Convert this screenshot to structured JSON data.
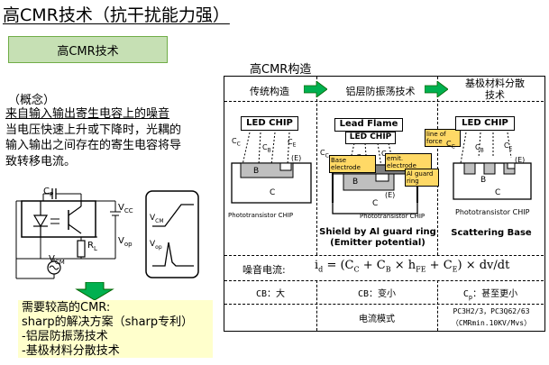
{
  "title": "高CMR技术（抗干扰能力强）",
  "tech_label": "高CMR技术",
  "concept": {
    "heading": "（概念）",
    "line1": "来自输入输出寄生电容上的噪音",
    "line2": "当电压快速上升或下降时，光耦的",
    "line3": "输入输出之间存在的寄生电容将导",
    "line4": "致转移电流。"
  },
  "circuit": {
    "cp": "C",
    "cp_sub": "P",
    "vcc": "V",
    "vcc_sub": "CC",
    "rl": "R",
    "rl_sub": "L",
    "vo": "V",
    "vo_sub": "op",
    "vcm": "V",
    "vcm_sub": "CM"
  },
  "waveform": {
    "vcm": "V",
    "vcm_sub": "CM",
    "vop": "V",
    "vop_sub": "op"
  },
  "sharp": {
    "line1": "需要较高的CMR:",
    "line2": "sharp的解决方案（sharp专利）",
    "line3": "-铝层防振荡技术",
    "line4": "-基极材料分散技术"
  },
  "structure": {
    "heading": "高CMR构造",
    "col1_header": "传统构造",
    "col2_header": "铝层防振荡技术",
    "col3_header_line1": "基极材料分散",
    "col3_header_line2": "技术",
    "chip_label": "LED CHIP",
    "lead_flame": "Lead Flame",
    "cap_c": "C",
    "cap_c_sub": "C",
    "cap_b": "C",
    "cap_b_sub": "B",
    "cap_e": "C",
    "cap_e_sub": "E",
    "base_b": "B",
    "collector_c": "C",
    "emitter_e": "(E)",
    "photo_chip": "Phototransistor CHIP",
    "note_force": "line of force",
    "note_base_electrode": "Base electrode",
    "note_emit_electrode": "emit. electrode",
    "note_guard_ring": "Al guard ring",
    "shield_line1": "Shield by Al guard ring",
    "shield_line2": "(Emitter potential)",
    "scattering": "Scattering  Base",
    "noise_label": "噪音电流:",
    "noise_formula": "i",
    "noise_formula_sub": "d",
    "noise_formula_rest": "= (C  + C  × h    + C ) × dv/dt",
    "cb_big": "CB：大",
    "cb_small": "CB：变小",
    "cp_smaller": "C",
    "cp_smaller_sub": "p",
    "cp_smaller_rest": "：甚至更小",
    "current_mode": "电流模式",
    "models": "PC3H2/3，PC3Q62/63",
    "cmr_spec": "（CMRmin.10KV/Mvs）"
  },
  "colors": {
    "tech_box": "#c6e0b4",
    "arrow_green": "#00b050",
    "sharp_box": "#ffffcc",
    "note_yellow": "#ffd966",
    "chip_gray": "#bfbfbf"
  }
}
